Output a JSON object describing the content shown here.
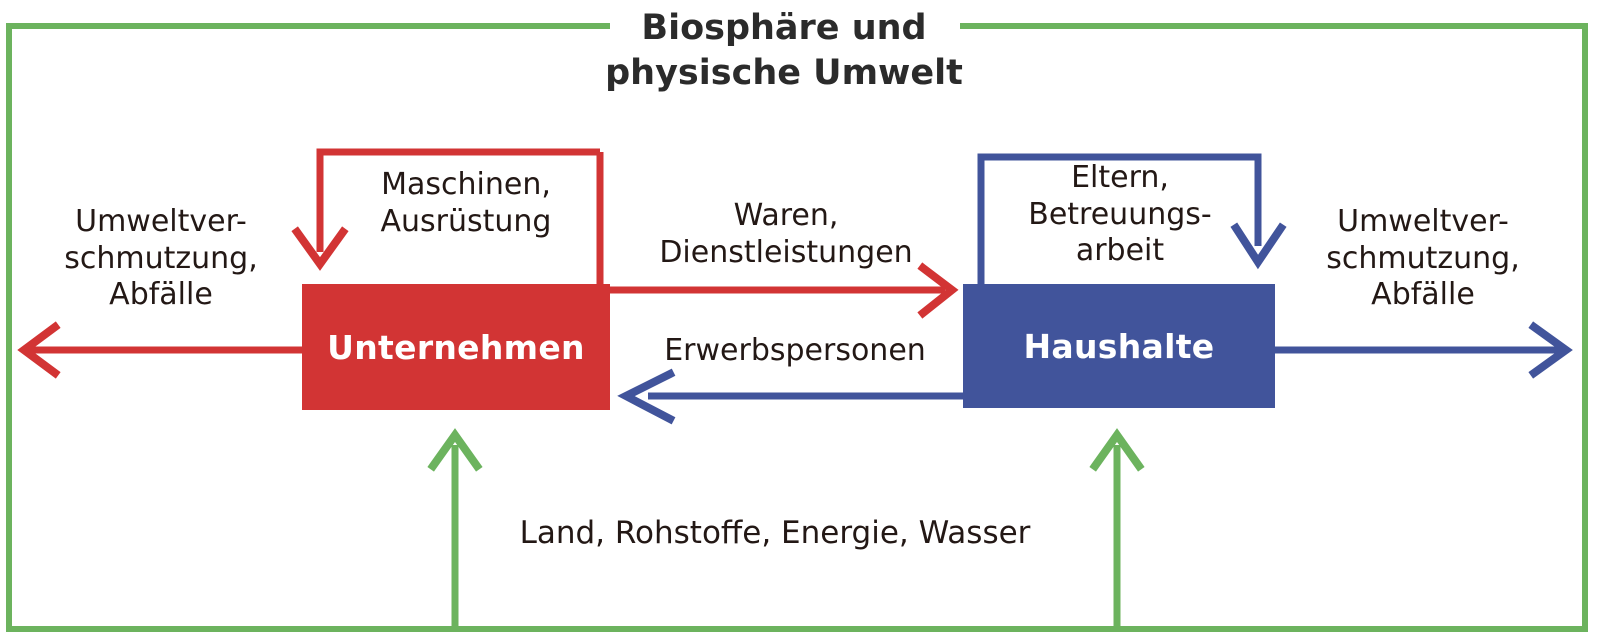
{
  "diagram": {
    "title": "Biosphäre und\nphysische Umwelt",
    "colors": {
      "biosphere_green": "#6cb35e",
      "firms_red": "#d23434",
      "households_blue": "#41549b",
      "text_dark": "#231815"
    },
    "boxes": [
      {
        "id": "firms",
        "label": "Unternehmen"
      },
      {
        "id": "households",
        "label": "Haushalte"
      }
    ],
    "flows": {
      "pollution_left": "Umweltver-\nschmutzung,\nAbfälle",
      "pollution_right": "Umweltver-\nschmutzung,\nAbfälle",
      "machines": "Maschinen,\nAusrüstung",
      "goods_services": "Waren,\nDienstleistungen",
      "workers": "Erwerbspersonen",
      "parents_care": "Eltern,\nBetreuungs-\narbeit",
      "resources": "Land, Rohstoffe, Energie, Wasser"
    }
  }
}
